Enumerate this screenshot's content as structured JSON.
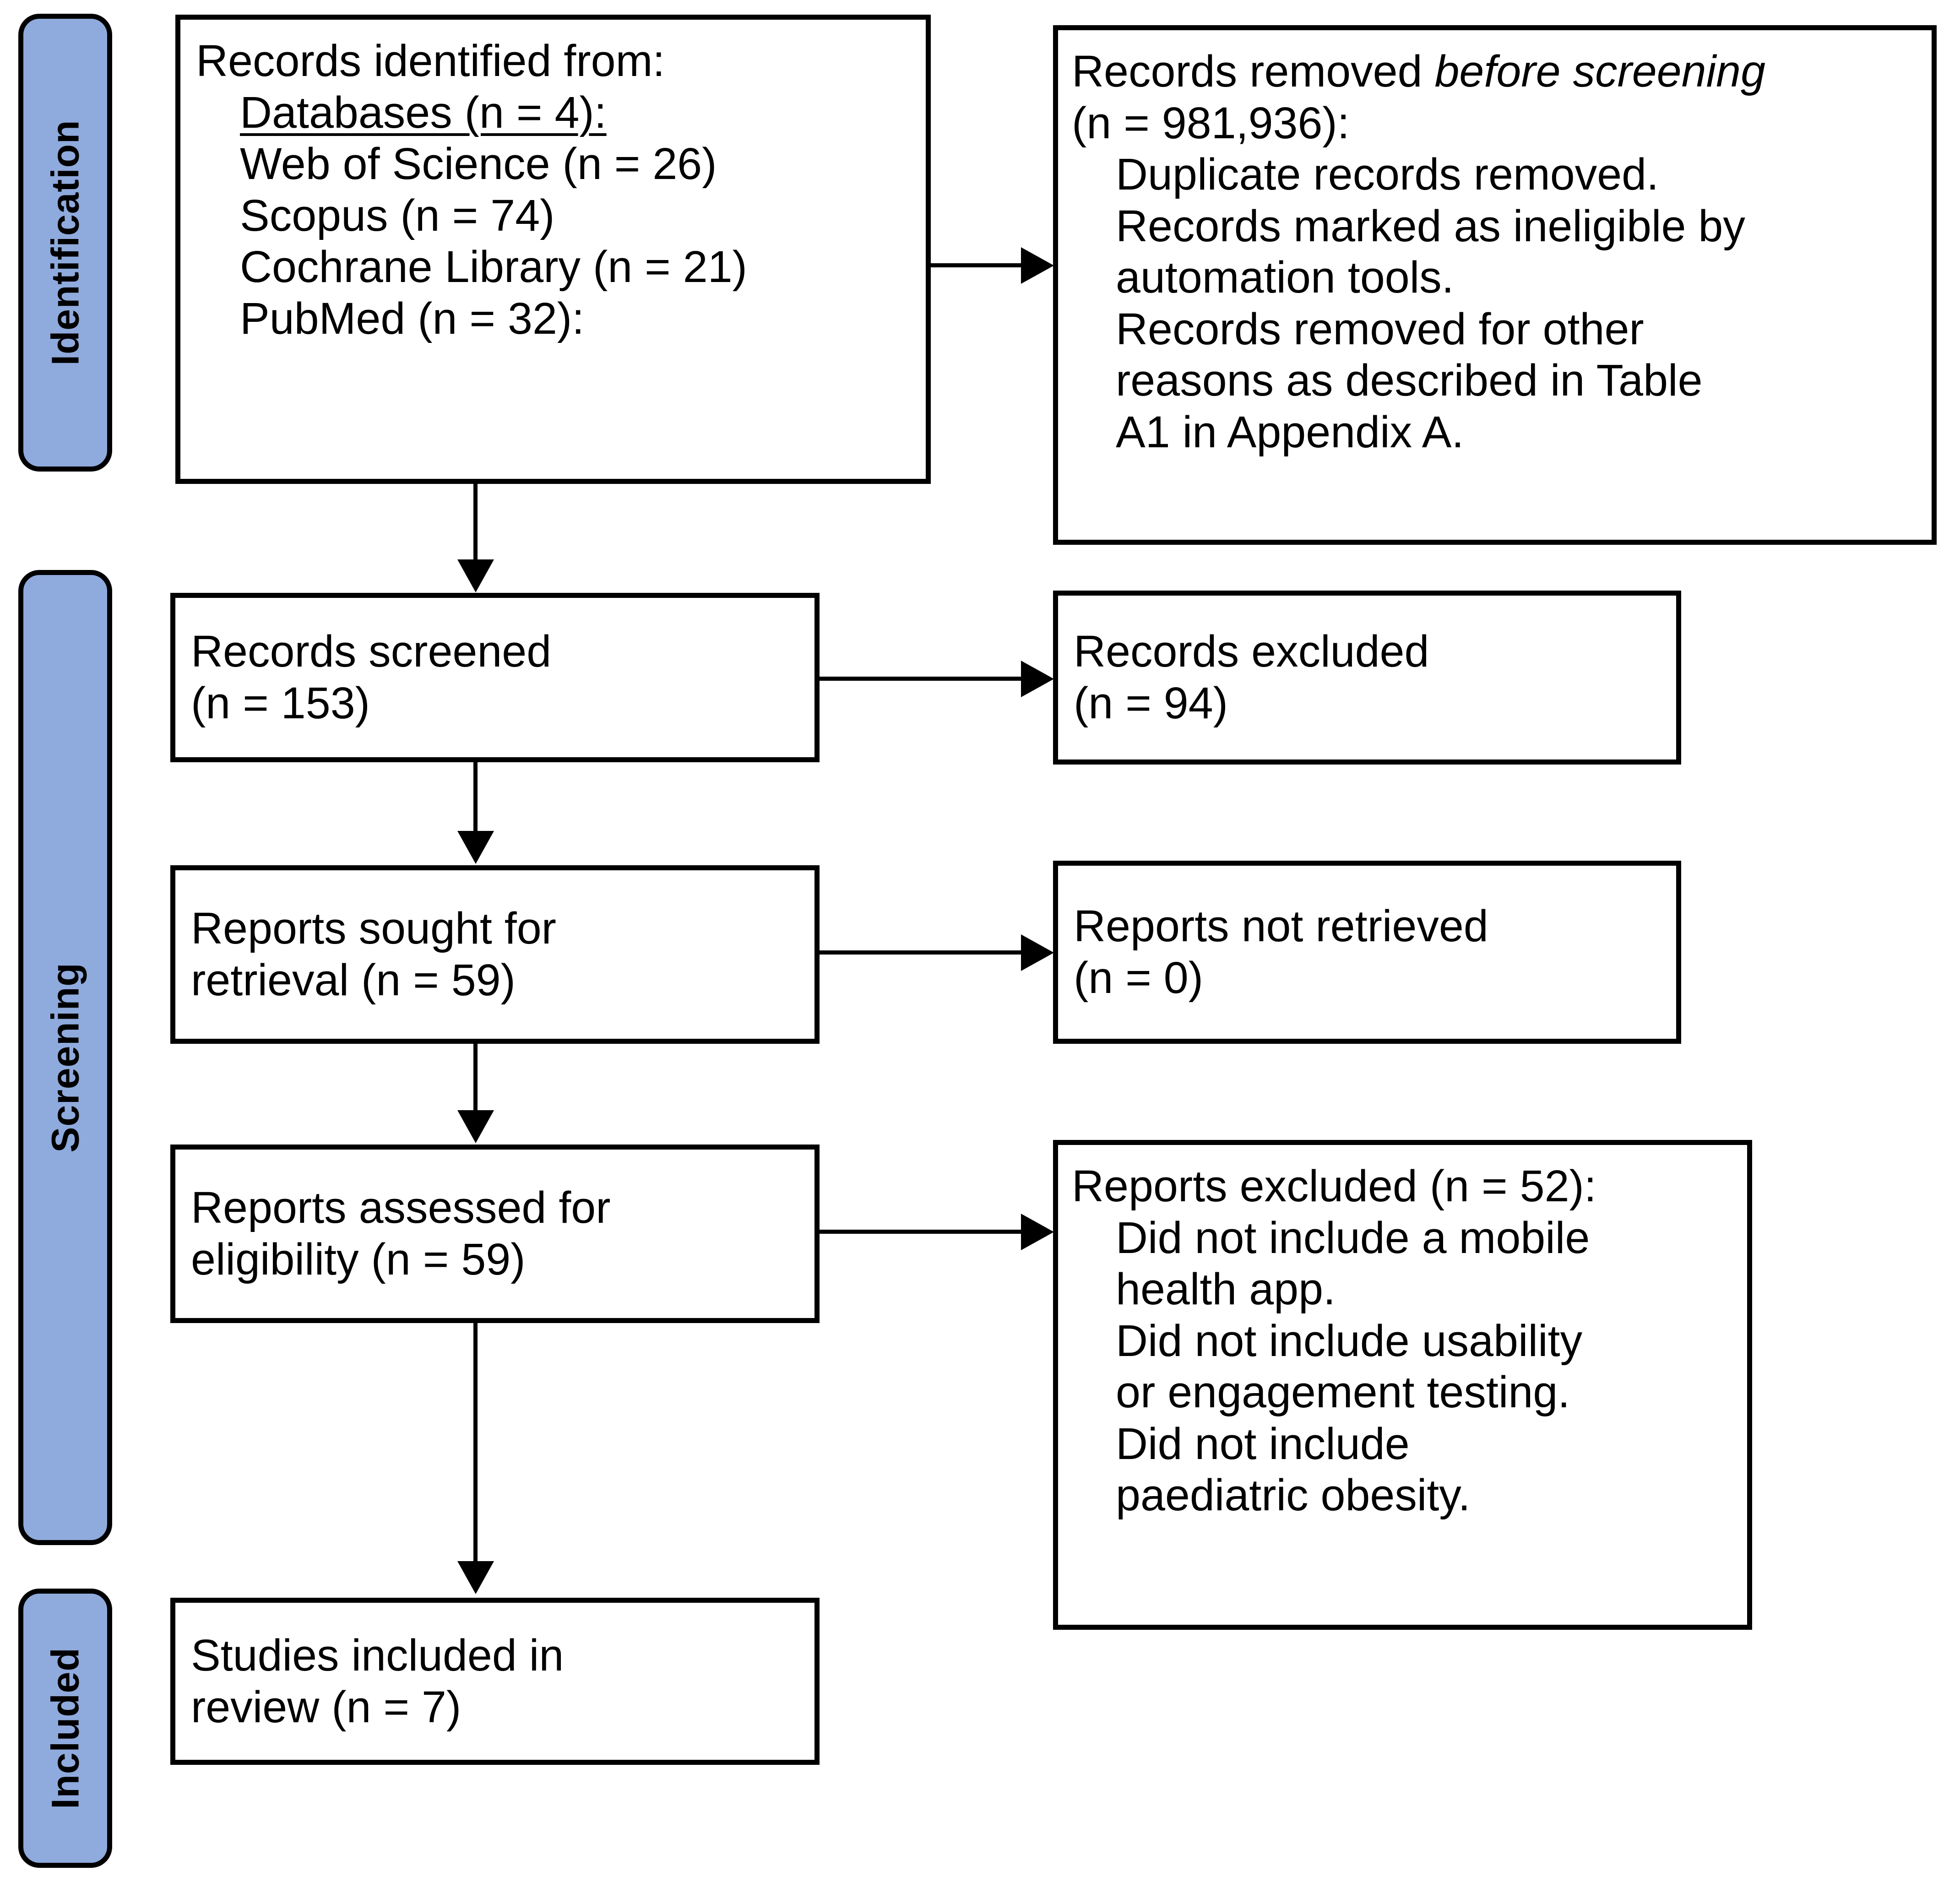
{
  "diagram": {
    "type": "PRISMA 2020 flow diagram",
    "phases": [
      {
        "id": "identification",
        "label": "Identification"
      },
      {
        "id": "screening",
        "label": "Screening"
      },
      {
        "id": "included",
        "label": "Included"
      }
    ],
    "boxes": {
      "records_identified": {
        "lines": [
          {
            "text": "Records identified from:",
            "indent": false,
            "underline": false
          },
          {
            "text": "Databases (n = 4):",
            "indent": true,
            "underline": true
          },
          {
            "text": "Web of Science (n = 26)",
            "indent": true,
            "underline": false
          },
          {
            "text": "Scopus (n = 74)",
            "indent": true,
            "underline": false
          },
          {
            "text": "Cochrane Library (n = 21)",
            "indent": true,
            "underline": false
          },
          {
            "text": "PubMed (n = 32):",
            "indent": true,
            "underline": false
          }
        ]
      },
      "records_removed": {
        "lines": [
          {
            "text": "Records removed ",
            "italic_tail": "before screening",
            "indent": false
          },
          {
            "text": "(n = 981,936):",
            "indent": false
          },
          {
            "text": "Duplicate records removed.",
            "indent": true
          },
          {
            "text": "Records marked as ineligible by",
            "indent": true
          },
          {
            "text": "automation tools.",
            "indent": true
          },
          {
            "text": "Records removed for other",
            "indent": true
          },
          {
            "text": "reasons as described in Table",
            "indent": true
          },
          {
            "text": "A1 in Appendix A.",
            "indent": true
          }
        ]
      },
      "records_screened": {
        "lines": [
          {
            "text": "Records screened",
            "indent": false
          },
          {
            "text": "(n = 153)",
            "indent": false
          }
        ]
      },
      "records_excluded": {
        "lines": [
          {
            "text": "Records excluded",
            "indent": false
          },
          {
            "text": "(n = 94)",
            "indent": false
          }
        ]
      },
      "reports_sought": {
        "lines": [
          {
            "text": "Reports sought for",
            "indent": false
          },
          {
            "text": "retrieval (n = 59)",
            "indent": false
          }
        ]
      },
      "reports_not_retrieved": {
        "lines": [
          {
            "text": "Reports not retrieved",
            "indent": false
          },
          {
            "text": "(n = 0)",
            "indent": false
          }
        ]
      },
      "reports_assessed": {
        "lines": [
          {
            "text": "Reports assessed for",
            "indent": false
          },
          {
            "text": "eligibility (n = 59)",
            "indent": false
          }
        ]
      },
      "reports_excluded": {
        "lines": [
          {
            "text": "Reports excluded (n = 52):",
            "indent": false
          },
          {
            "text": "Did not include a mobile",
            "indent": true
          },
          {
            "text": "health app.",
            "indent": true
          },
          {
            "text": "Did not include usability",
            "indent": true
          },
          {
            "text": "or engagement testing.",
            "indent": true
          },
          {
            "text": "Did not include",
            "indent": true
          },
          {
            "text": "paediatric obesity.",
            "indent": true
          }
        ]
      },
      "studies_included": {
        "lines": [
          {
            "text": "Studies included in",
            "indent": false
          },
          {
            "text": "review (n = 7)",
            "indent": false
          }
        ]
      }
    },
    "counts": {
      "databases": 4,
      "web_of_science": 26,
      "scopus": 74,
      "cochrane_library": 21,
      "pubmed": 32,
      "records_removed_before_screening": 981936,
      "records_screened": 153,
      "records_excluded": 94,
      "reports_sought_for_retrieval": 59,
      "reports_not_retrieved": 0,
      "reports_assessed_for_eligibility": 59,
      "reports_excluded": 52,
      "studies_included_in_review": 7
    },
    "colors": {
      "phase_fill": "#8FAADC",
      "border": "#000000",
      "box_fill": "#FFFFFF",
      "text": "#000000"
    }
  }
}
